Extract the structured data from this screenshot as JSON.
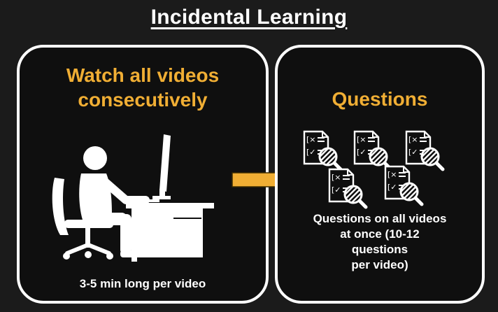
{
  "title": "Incidental Learning",
  "left_panel": {
    "heading_line1": "Watch all videos",
    "heading_line2": "consecutively",
    "caption": "3-5 min long per video",
    "illustration_icon": "person-at-computer-desk-icon"
  },
  "connector_icon": "arrow-right-icon",
  "right_panel": {
    "heading": "Questions",
    "caption": "Questions on all videos\nat once (10-12\nquestions\nper video)",
    "document_icon": "quiz-document-magnifier-icon",
    "document_icon_count": 5
  },
  "colors": {
    "background": "#1b1b1b",
    "panel_border": "#ffffff",
    "accent": "#f0ae34",
    "text": "#ffffff"
  }
}
